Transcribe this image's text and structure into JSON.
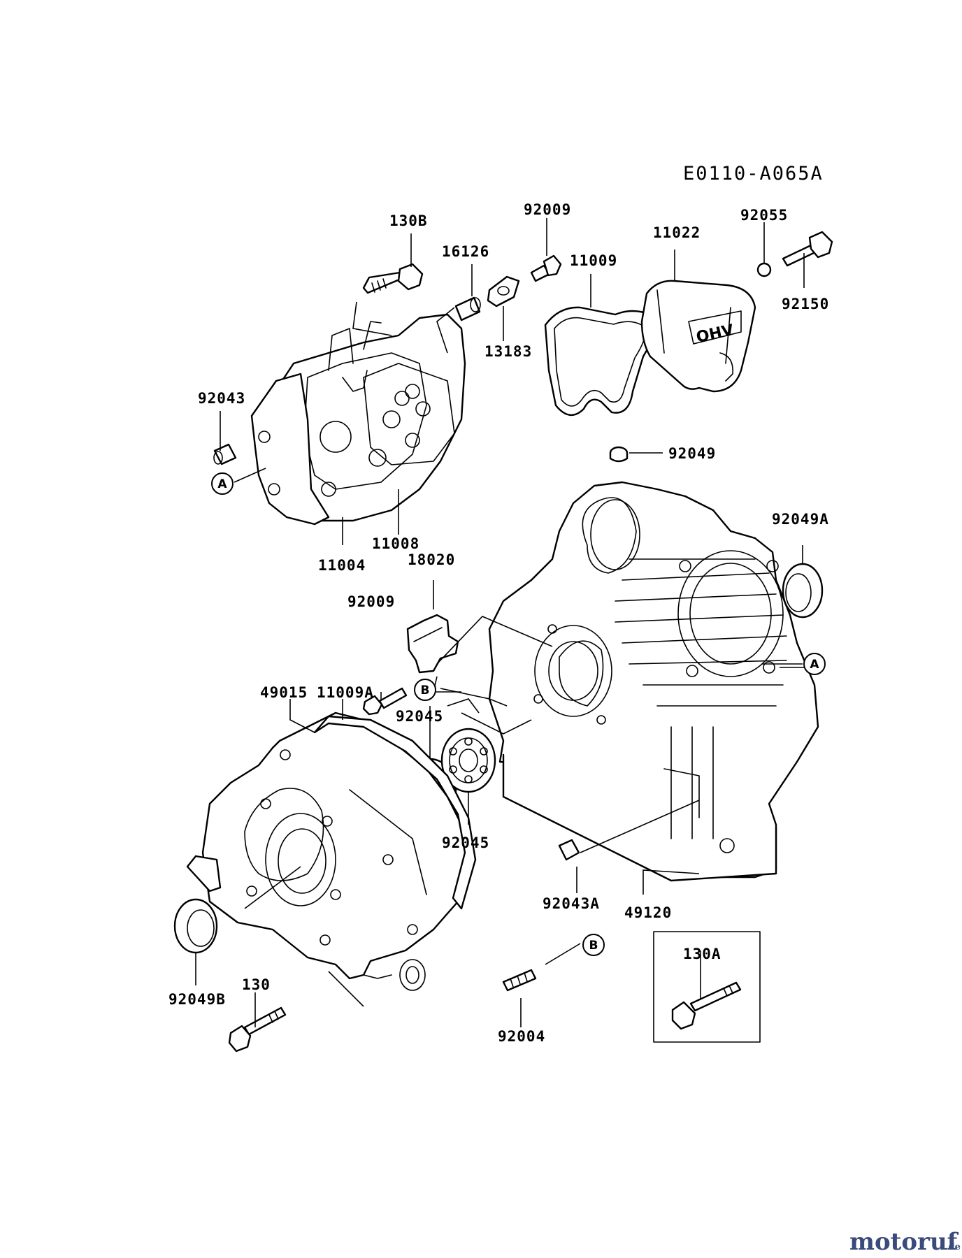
{
  "diagram_code": "E0110-A065A",
  "watermark": {
    "main": "motoruf",
    "suffix": ".de",
    "colors": {
      "text": "#3a4a7a",
      "accent": "#c0392b"
    }
  },
  "labels": {
    "p130B": "130B",
    "p16126": "16126",
    "p92009a": "92009",
    "p13183": "13183",
    "p11009": "11009",
    "p11022": "11022",
    "p92055": "92055",
    "p92150": "92150",
    "p92043": "92043",
    "p11008": "11008",
    "p11004": "11004",
    "p92049": "92049",
    "p92049A": "92049A",
    "p18020": "18020",
    "p92009b": "92009",
    "p49015": "49015",
    "p11009A": "11009A",
    "p92045a": "92045",
    "p92045b": "92045",
    "p92043A": "92043A",
    "p49120": "49120",
    "p92049B": "92049B",
    "p130": "130",
    "p92004": "92004",
    "p130A": "130A"
  },
  "refs": {
    "a": "A",
    "b": "B"
  }
}
